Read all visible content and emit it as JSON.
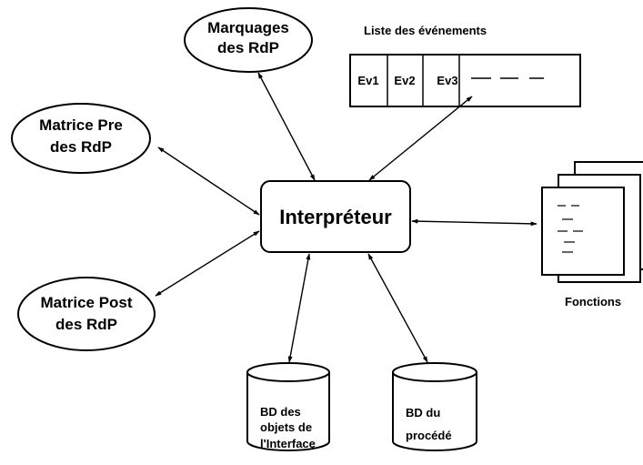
{
  "nodes": {
    "marquages": {
      "line1": "Marquages",
      "line2": "des RdP"
    },
    "matrice_pre": {
      "line1": "Matrice Pre",
      "line2": "des RdP"
    },
    "matrice_post": {
      "line1": "Matrice Post",
      "line2": "des RdP"
    },
    "interpreteur": {
      "label": "Interpréteur"
    },
    "bd_objets": {
      "line1": "BD des",
      "line2": "objets de",
      "line3": "l'Interface"
    },
    "bd_procede": {
      "line1": "BD du",
      "line2": "procédé"
    },
    "fonctions": {
      "label": "Fonctions"
    }
  },
  "event_list": {
    "title": "Liste des événements",
    "cells": [
      "Ev1",
      "Ev2",
      "Ev3"
    ]
  }
}
